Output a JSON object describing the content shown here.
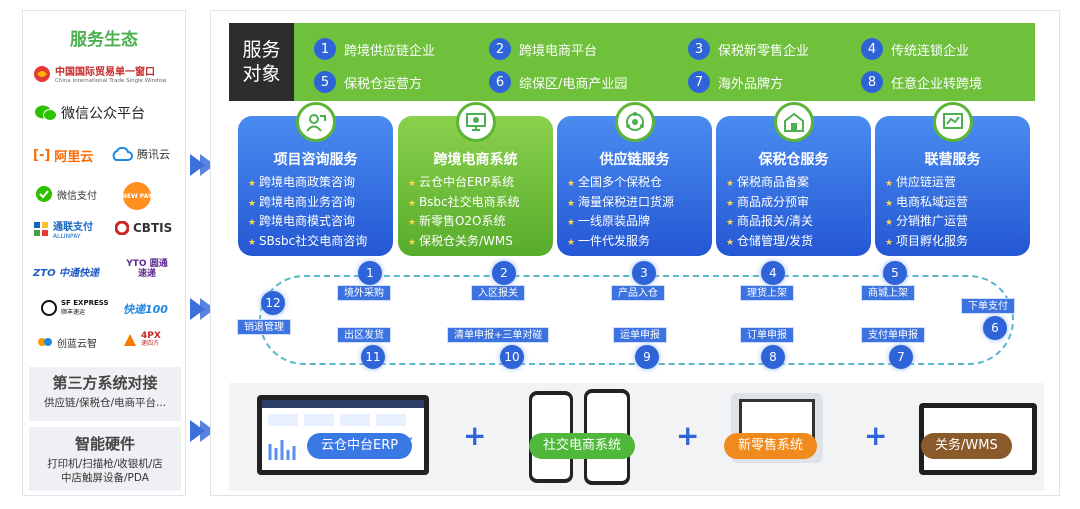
{
  "left_panel": {
    "title": "服务生态",
    "partners": [
      {
        "name": "中国国际贸易单一窗口",
        "sub": "China International Trade Single Window"
      },
      {
        "name": "微信公众平台"
      },
      {
        "name": "阿里云"
      },
      {
        "name": "腾讯云"
      },
      {
        "name": "微信支付"
      },
      {
        "name": "NEW PAY"
      },
      {
        "name": "通联支付",
        "sub": "ALLINPAY"
      },
      {
        "name": "CBTIS"
      },
      {
        "name": "ZTO 中通快递"
      },
      {
        "name": "YTO 圆通速递"
      },
      {
        "name": "SF EXPRESS",
        "sub": "顺丰速运"
      },
      {
        "name": "快递100"
      },
      {
        "name": "创蓝云智"
      },
      {
        "name": "4PX",
        "sub": "递四方"
      }
    ],
    "third_party": {
      "title": "第三方系统对接",
      "desc": "供应链/保税仓/电商平台..."
    },
    "hardware": {
      "title": "智能硬件",
      "desc_line1": "打印机/扫描枪/收银机/店",
      "desc_line2": "中店触屏设备/PDA"
    }
  },
  "targets": {
    "label_line1": "服务",
    "label_line2": "对象",
    "items": [
      {
        "num": "1",
        "label": "跨境供应链企业"
      },
      {
        "num": "2",
        "label": "跨境电商平台"
      },
      {
        "num": "3",
        "label": "保税新零售企业"
      },
      {
        "num": "4",
        "label": "传统连锁企业"
      },
      {
        "num": "5",
        "label": "保税仓运营方"
      },
      {
        "num": "6",
        "label": "综保区/电商产业园"
      },
      {
        "num": "7",
        "label": "海外品牌方"
      },
      {
        "num": "8",
        "label": "任意企业转跨境"
      }
    ]
  },
  "services": [
    {
      "title": "项目咨询服务",
      "icon": "consult-icon",
      "items": [
        "跨境电商政策咨询",
        "跨境电商业务咨询",
        "跨境电商模式咨询",
        "SBsbc社交电商咨询"
      ]
    },
    {
      "title": "跨境电商系统",
      "icon": "monitor-icon",
      "items": [
        "云仓中台ERP系统",
        "Bsbc社交电商系统",
        "新零售O2O系统",
        "保税仓关务/WMS"
      ]
    },
    {
      "title": "供应链服务",
      "icon": "chain-icon",
      "items": [
        "全国多个保税仓",
        "海量保税进口货源",
        "一线原装品牌",
        "一件代发服务"
      ]
    },
    {
      "title": "保税仓服务",
      "icon": "warehouse-icon",
      "items": [
        "保税商品备案",
        "商品成分预审",
        "商品报关/清关",
        "仓储管理/发货"
      ]
    },
    {
      "title": "联营服务",
      "icon": "chart-icon",
      "items": [
        "供应链运营",
        "电商私域运营",
        "分销推广运营",
        "项目孵化服务"
      ]
    }
  ],
  "flow_steps": [
    {
      "num": "1",
      "label": "境外采购"
    },
    {
      "num": "2",
      "label": "入区报关"
    },
    {
      "num": "3",
      "label": "产品入仓"
    },
    {
      "num": "4",
      "label": "理货上架"
    },
    {
      "num": "5",
      "label": "商城上架"
    },
    {
      "num": "6",
      "label": "下单支付"
    },
    {
      "num": "7",
      "label": "支付单申报"
    },
    {
      "num": "8",
      "label": "订单申报"
    },
    {
      "num": "9",
      "label": "运单申报"
    },
    {
      "num": "10",
      "label": "清单申报+三单对碰"
    },
    {
      "num": "11",
      "label": "出区发货"
    },
    {
      "num": "12",
      "label": "销退管理"
    }
  ],
  "products": [
    {
      "label": "云仓中台ERP",
      "color": "#3a78e6"
    },
    {
      "label": "社交电商系统",
      "color": "#4fb83a"
    },
    {
      "label": "新零售系统",
      "color": "#f08a1c"
    },
    {
      "label": "关务/WMS",
      "color": "#8a5a2b"
    }
  ],
  "colors": {
    "green": "#6fc13c",
    "blue": "#2f64d8",
    "dark": "#2d2d2d"
  }
}
